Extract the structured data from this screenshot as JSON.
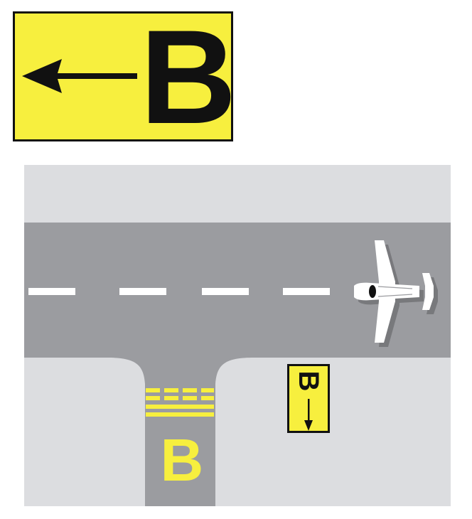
{
  "sign": {
    "letter": "B",
    "arrow_direction": "left",
    "icon": "arrow-left-icon"
  },
  "taxiway": {
    "painted_letter": "B"
  },
  "location_sign": {
    "letter": "B",
    "arrow_direction": "down",
    "icon": "arrow-down-icon"
  },
  "aircraft": {
    "icon": "airplane-icon"
  },
  "colors": {
    "sign_yellow": "#f7ef3e",
    "sign_text": "#111111",
    "ground": "#dcdde0",
    "pavement": "#9b9ca0",
    "markings_white": "#ffffff"
  }
}
